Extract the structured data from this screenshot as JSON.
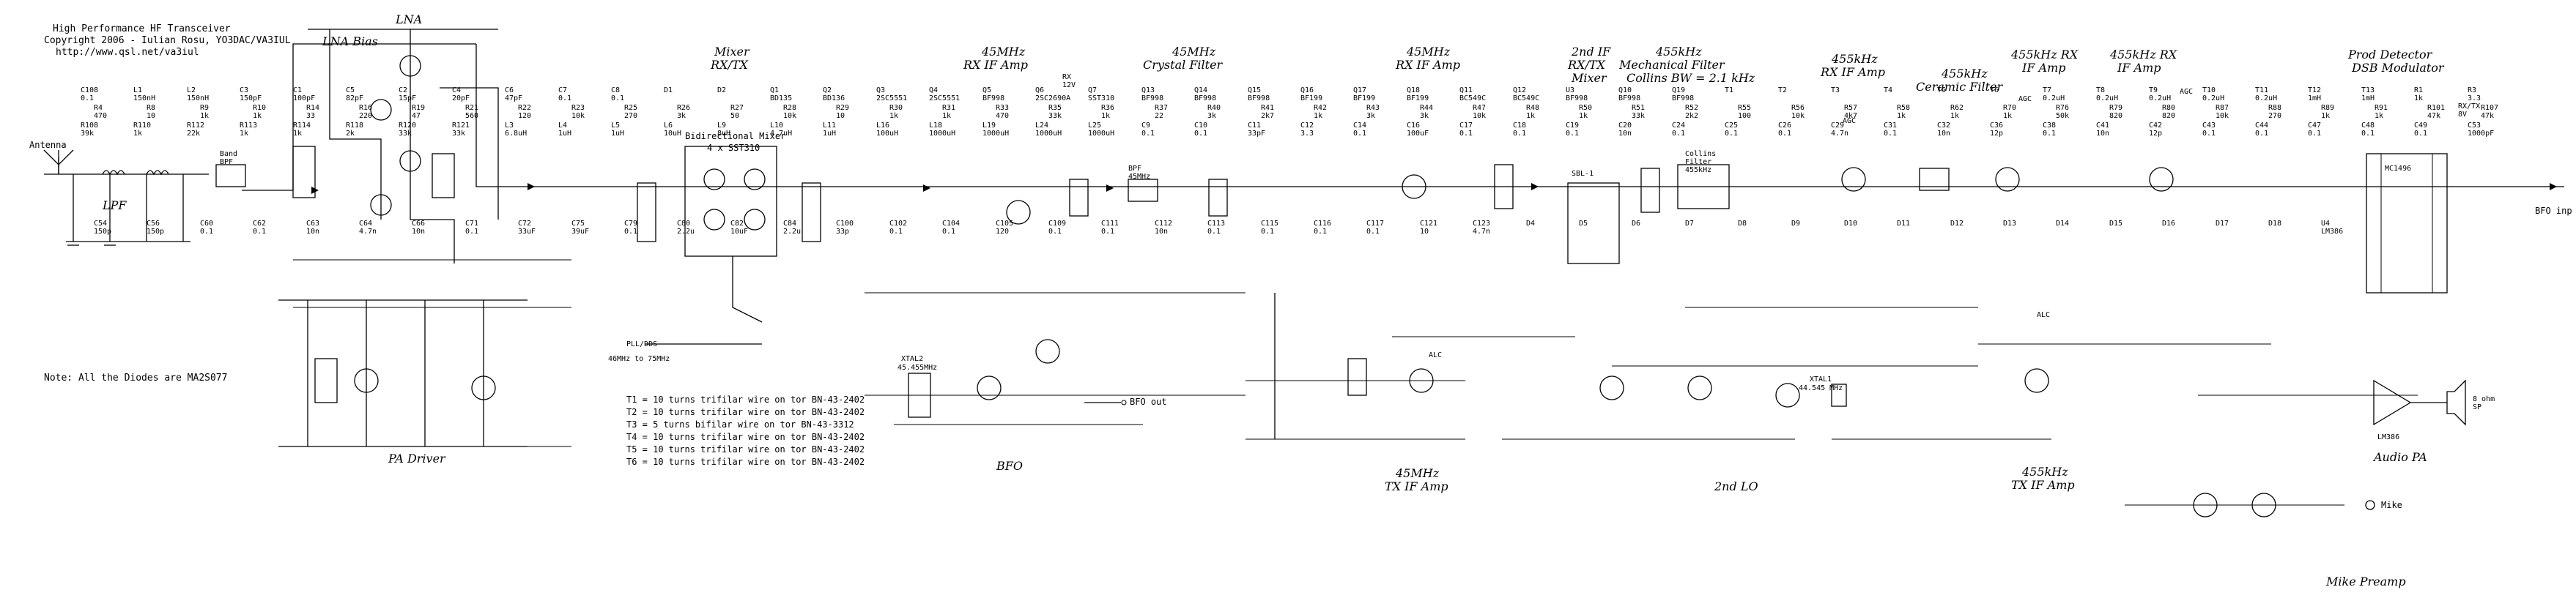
{
  "header": {
    "line1": "High Performance HF Transceiver",
    "line2": "Copyright 2006 - Iulian Rosu, YO3DAC/VA3IUL",
    "line3": "http://www.qsl.net/va3iul"
  },
  "note": "Note: All the Diodes are MA2S077",
  "sections": {
    "lpf": "LPF",
    "lna": "LNA",
    "lna_bias": "LNA Bias",
    "pa_driver": "PA Driver",
    "mixer": "Mixer",
    "mixer_sub": "RX/TX",
    "rx_if_45": "45MHz",
    "rx_if_45_sub": "RX IF Amp",
    "xtal_45": "45MHz",
    "xtal_45_sub": "Crystal Filter",
    "rx_if_45b": "45MHz",
    "rx_if_45b_sub": "RX IF Amp",
    "if2": "2nd IF",
    "if2_sub1": "RX/TX",
    "if2_sub2": "Mixer",
    "mech": "455kHz",
    "mech_sub1": "Mechanical Filter",
    "mech_sub2": "Collins BW = 2.1 kHz",
    "rx455a": "455kHz",
    "rx455a_sub": "RX IF Amp",
    "cer455": "455kHz",
    "cer455_sub": "Ceramic Filter",
    "rx455b": "455kHz RX",
    "rx455b_sub": "IF Amp",
    "rx455c": "455kHz RX",
    "rx455c_sub": "IF Amp",
    "prod": "Prod Detector",
    "prod_sub": "DSB Modulator",
    "bfo": "BFO",
    "tx_if_45": "45MHz",
    "tx_if_45_sub": "TX IF Amp",
    "lo2": "2nd LO",
    "tx455": "455kHz",
    "tx455_sub": "TX IF Amp",
    "audio_pa": "Audio PA",
    "mike_preamp": "Mike Preamp"
  },
  "winding_notes": [
    "T1 = 10 turns trifilar wire on tor BN-43-2402",
    "T2 = 10 turns trifilar wire on tor BN-43-2402",
    "T3 = 5 turns bifilar wire on tor BN-43-3312",
    "T4 = 10 turns trifilar wire on tor BN-43-2402",
    "T5 = 10 turns trifilar wire on tor BN-43-2402",
    "T6 = 10 turns trifilar wire on tor BN-43-2402"
  ],
  "labels": {
    "antenna": "Antenna",
    "band_bpf": "Band\nBPF",
    "bidir_mixer": "Bidirectional Mixer",
    "sst310": "4 x SST310",
    "pll": "PLL/DDS",
    "pll_freq": "46MHz to 75MHz",
    "bpf45": "BPF\n45MHz",
    "collins": "Collins\nFilter\n455kHz",
    "sbl1": "SBL-1",
    "mc1496": "MC1496",
    "xtal1": "XTAL1",
    "xtal1_freq": "44.545 MHz",
    "xtal2": "XTAL2",
    "xtal2_freq": "45.455MHz",
    "bfo_out": "BFO out",
    "bfo_inp": "BFO inp",
    "lm": "LM386",
    "spk": "8 ohm\nSP",
    "mike": "Mike",
    "agc": "AGC",
    "alc": "ALC",
    "rxtx": "RX/TX\n8V",
    "v12": "RX\n12V",
    "v8": "8V"
  },
  "parts": [
    {
      "id": "C108",
      "v": "0.1"
    },
    {
      "id": "L1",
      "v": "150nH"
    },
    {
      "id": "L2",
      "v": "150nH"
    },
    {
      "id": "C3",
      "v": "150pF"
    },
    {
      "id": "C1",
      "v": "100pF"
    },
    {
      "id": "C5",
      "v": "82pF"
    },
    {
      "id": "C2",
      "v": "15pF"
    },
    {
      "id": "C4",
      "v": "20pF"
    },
    {
      "id": "C6",
      "v": "47pF"
    },
    {
      "id": "C7",
      "v": "0.1"
    },
    {
      "id": "C8",
      "v": "0.1"
    },
    {
      "id": "D1",
      "v": ""
    },
    {
      "id": "D2",
      "v": ""
    },
    {
      "id": "Q1",
      "v": "BD135"
    },
    {
      "id": "Q2",
      "v": "BD136"
    },
    {
      "id": "Q3",
      "v": "2SC5551"
    },
    {
      "id": "Q4",
      "v": "2SC5551"
    },
    {
      "id": "Q5",
      "v": "BF998"
    },
    {
      "id": "Q6",
      "v": "2SC2690A"
    },
    {
      "id": "Q7",
      "v": "SST310"
    },
    {
      "id": "Q13",
      "v": "BF998"
    },
    {
      "id": "Q14",
      "v": "BF998"
    },
    {
      "id": "Q15",
      "v": "BF998"
    },
    {
      "id": "Q16",
      "v": "BF199"
    },
    {
      "id": "Q17",
      "v": "BF199"
    },
    {
      "id": "Q18",
      "v": "BF199"
    },
    {
      "id": "Q11",
      "v": "BC549C"
    },
    {
      "id": "Q12",
      "v": "BC549C"
    },
    {
      "id": "U3",
      "v": "BF998"
    },
    {
      "id": "Q10",
      "v": "BF998"
    },
    {
      "id": "Q19",
      "v": "BF998"
    },
    {
      "id": "T1",
      "v": ""
    },
    {
      "id": "T2",
      "v": ""
    },
    {
      "id": "T3",
      "v": ""
    },
    {
      "id": "T4",
      "v": ""
    },
    {
      "id": "T5",
      "v": ""
    },
    {
      "id": "T6",
      "v": ""
    },
    {
      "id": "T7",
      "v": "0.2uH"
    },
    {
      "id": "T8",
      "v": "0.2uH"
    },
    {
      "id": "T9",
      "v": "0.2uH"
    },
    {
      "id": "T10",
      "v": "0.2uH"
    },
    {
      "id": "T11",
      "v": "0.2uH"
    },
    {
      "id": "T12",
      "v": "1mH"
    },
    {
      "id": "T13",
      "v": "1mH"
    },
    {
      "id": "R1",
      "v": "1k"
    },
    {
      "id": "R3",
      "v": "3.3"
    },
    {
      "id": "R4",
      "v": "470"
    },
    {
      "id": "R8",
      "v": "10"
    },
    {
      "id": "R9",
      "v": "1k"
    },
    {
      "id": "R10",
      "v": "1k"
    },
    {
      "id": "R14",
      "v": "33"
    },
    {
      "id": "R16",
      "v": "220"
    },
    {
      "id": "R19",
      "v": "47"
    },
    {
      "id": "R21",
      "v": "560"
    },
    {
      "id": "R22",
      "v": "120"
    },
    {
      "id": "R23",
      "v": "10k"
    },
    {
      "id": "R25",
      "v": "270"
    },
    {
      "id": "R26",
      "v": "3k"
    },
    {
      "id": "R27",
      "v": "50"
    },
    {
      "id": "R28",
      "v": "10k"
    },
    {
      "id": "R29",
      "v": "10"
    },
    {
      "id": "R30",
      "v": "1k"
    },
    {
      "id": "R31",
      "v": "1k"
    },
    {
      "id": "R33",
      "v": "470"
    },
    {
      "id": "R35",
      "v": "33k"
    },
    {
      "id": "R36",
      "v": "1k"
    },
    {
      "id": "R37",
      "v": "22"
    },
    {
      "id": "R40",
      "v": "3k"
    },
    {
      "id": "R41",
      "v": "2k7"
    },
    {
      "id": "R42",
      "v": "1k"
    },
    {
      "id": "R43",
      "v": "3k"
    },
    {
      "id": "R44",
      "v": "3k"
    },
    {
      "id": "R47",
      "v": "10k"
    },
    {
      "id": "R48",
      "v": "1k"
    },
    {
      "id": "R50",
      "v": "1k"
    },
    {
      "id": "R51",
      "v": "33k"
    },
    {
      "id": "R52",
      "v": "2k2"
    },
    {
      "id": "R55",
      "v": "100"
    },
    {
      "id": "R56",
      "v": "10k"
    },
    {
      "id": "R57",
      "v": "4k7"
    },
    {
      "id": "R58",
      "v": "1k"
    },
    {
      "id": "R62",
      "v": "1k"
    },
    {
      "id": "R70",
      "v": "1k"
    },
    {
      "id": "R76",
      "v": "50k"
    },
    {
      "id": "R79",
      "v": "820"
    },
    {
      "id": "R80",
      "v": "820"
    },
    {
      "id": "R87",
      "v": "10k"
    },
    {
      "id": "R88",
      "v": "270"
    },
    {
      "id": "R89",
      "v": "1k"
    },
    {
      "id": "R91",
      "v": "1k"
    },
    {
      "id": "R101",
      "v": "47k"
    },
    {
      "id": "R107",
      "v": "47k"
    },
    {
      "id": "R108",
      "v": "39k"
    },
    {
      "id": "R110",
      "v": "1k"
    },
    {
      "id": "R112",
      "v": "22k"
    },
    {
      "id": "R113",
      "v": "1k"
    },
    {
      "id": "R114",
      "v": "1k"
    },
    {
      "id": "R118",
      "v": "2k"
    },
    {
      "id": "R120",
      "v": "33k"
    },
    {
      "id": "R121",
      "v": "33k"
    },
    {
      "id": "L3",
      "v": "6.8uH"
    },
    {
      "id": "L4",
      "v": "1uH"
    },
    {
      "id": "L5",
      "v": "1uH"
    },
    {
      "id": "L6",
      "v": "10uH"
    },
    {
      "id": "L9",
      "v": "8uH"
    },
    {
      "id": "L10",
      "v": "4.7uH"
    },
    {
      "id": "L11",
      "v": "1uH"
    },
    {
      "id": "L16",
      "v": "100uH"
    },
    {
      "id": "L18",
      "v": "1000uH"
    },
    {
      "id": "L19",
      "v": "1000uH"
    },
    {
      "id": "L24",
      "v": "1000uH"
    },
    {
      "id": "L25",
      "v": "1000uH"
    },
    {
      "id": "C9",
      "v": "0.1"
    },
    {
      "id": "C10",
      "v": "0.1"
    },
    {
      "id": "C11",
      "v": "33pF"
    },
    {
      "id": "C12",
      "v": "3.3"
    },
    {
      "id": "C14",
      "v": "0.1"
    },
    {
      "id": "C16",
      "v": "100uF"
    },
    {
      "id": "C17",
      "v": "0.1"
    },
    {
      "id": "C18",
      "v": "0.1"
    },
    {
      "id": "C19",
      "v": "0.1"
    },
    {
      "id": "C20",
      "v": "10n"
    },
    {
      "id": "C24",
      "v": "0.1"
    },
    {
      "id": "C25",
      "v": "0.1"
    },
    {
      "id": "C26",
      "v": "0.1"
    },
    {
      "id": "C29",
      "v": "4.7n"
    },
    {
      "id": "C31",
      "v": "0.1"
    },
    {
      "id": "C32",
      "v": "10n"
    },
    {
      "id": "C36",
      "v": "12p"
    },
    {
      "id": "C38",
      "v": "0.1"
    },
    {
      "id": "C41",
      "v": "10n"
    },
    {
      "id": "C42",
      "v": "12p"
    },
    {
      "id": "C43",
      "v": "0.1"
    },
    {
      "id": "C44",
      "v": "0.1"
    },
    {
      "id": "C47",
      "v": "0.1"
    },
    {
      "id": "C48",
      "v": "0.1"
    },
    {
      "id": "C49",
      "v": "0.1"
    },
    {
      "id": "C53",
      "v": "1000pF"
    },
    {
      "id": "C54",
      "v": "150p"
    },
    {
      "id": "C56",
      "v": "150p"
    },
    {
      "id": "C60",
      "v": "0.1"
    },
    {
      "id": "C62",
      "v": "0.1"
    },
    {
      "id": "C63",
      "v": "10n"
    },
    {
      "id": "C64",
      "v": "4.7n"
    },
    {
      "id": "C66",
      "v": "10n"
    },
    {
      "id": "C71",
      "v": "0.1"
    },
    {
      "id": "C72",
      "v": "33uF"
    },
    {
      "id": "C75",
      "v": "39uF"
    },
    {
      "id": "C79",
      "v": "0.1"
    },
    {
      "id": "C80",
      "v": "2.2u"
    },
    {
      "id": "C82",
      "v": "10uF"
    },
    {
      "id": "C84",
      "v": "2.2u"
    },
    {
      "id": "C100",
      "v": "33p"
    },
    {
      "id": "C102",
      "v": "0.1"
    },
    {
      "id": "C104",
      "v": "0.1"
    },
    {
      "id": "C105",
      "v": "120"
    },
    {
      "id": "C109",
      "v": "0.1"
    },
    {
      "id": "C111",
      "v": "0.1"
    },
    {
      "id": "C112",
      "v": "10n"
    },
    {
      "id": "C113",
      "v": "0.1"
    },
    {
      "id": "C115",
      "v": "0.1"
    },
    {
      "id": "C116",
      "v": "0.1"
    },
    {
      "id": "C117",
      "v": "0.1"
    },
    {
      "id": "C121",
      "v": "10"
    },
    {
      "id": "C123",
      "v": "4.7n"
    },
    {
      "id": "D4",
      "v": ""
    },
    {
      "id": "D5",
      "v": ""
    },
    {
      "id": "D6",
      "v": ""
    },
    {
      "id": "D7",
      "v": ""
    },
    {
      "id": "D8",
      "v": ""
    },
    {
      "id": "D9",
      "v": ""
    },
    {
      "id": "D10",
      "v": ""
    },
    {
      "id": "D11",
      "v": ""
    },
    {
      "id": "D12",
      "v": ""
    },
    {
      "id": "D13",
      "v": ""
    },
    {
      "id": "D14",
      "v": ""
    },
    {
      "id": "D15",
      "v": ""
    },
    {
      "id": "D16",
      "v": ""
    },
    {
      "id": "D17",
      "v": ""
    },
    {
      "id": "D18",
      "v": ""
    },
    {
      "id": "U4",
      "v": "LM386"
    }
  ]
}
